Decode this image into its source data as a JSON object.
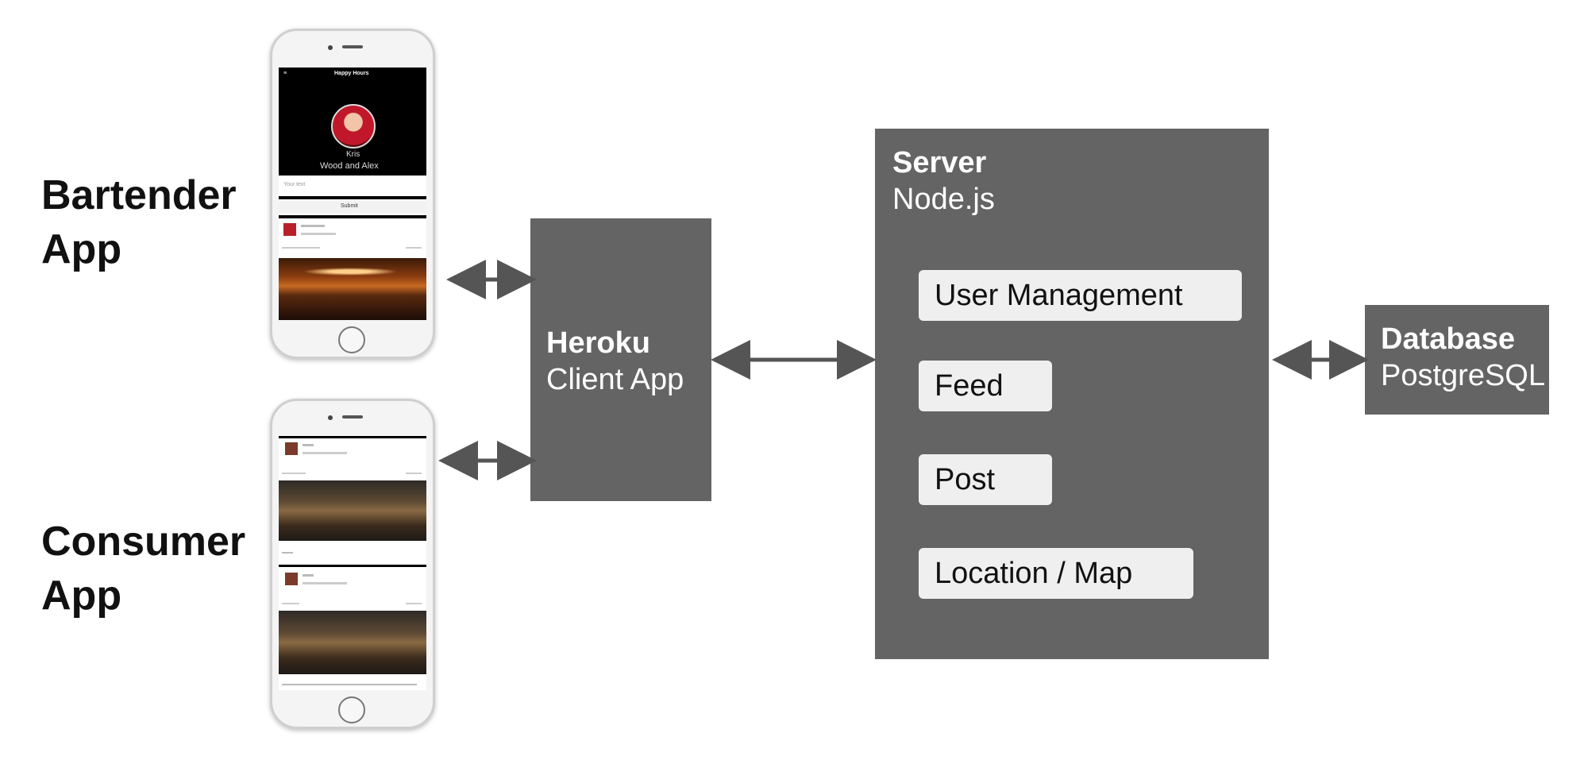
{
  "labels": {
    "bartender": [
      "Bartender",
      "App"
    ],
    "consumer": [
      "Consumer",
      "App"
    ]
  },
  "heroku": {
    "title": "Heroku",
    "subtitle": "Client App"
  },
  "server": {
    "title": "Server",
    "subtitle": "Node.js",
    "modules": [
      "User Management",
      "Feed",
      "Post",
      "Location / Map"
    ]
  },
  "database": {
    "title": "Database",
    "subtitle": "PostgreSQL"
  },
  "phone1": {
    "header": "Happy Hours",
    "name": "Kris",
    "venue": "Wood and Alex",
    "input_placeholder": "Your text",
    "submit": "Submit"
  },
  "colors": {
    "block": "#646464",
    "module": "#efefef",
    "arrow": "#555555"
  }
}
